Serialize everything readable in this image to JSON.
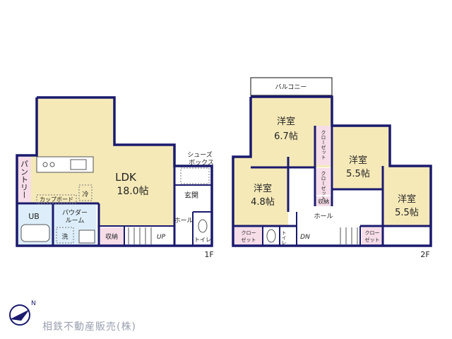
{
  "floor1": {
    "label": "1F",
    "rooms": {
      "ldk_name": "LDK",
      "ldk_size": "18.0帖",
      "pantry": "パントリー",
      "cupboard": "カップボード",
      "fridge": "冷",
      "shoe_box": "シューズ\nボックス",
      "entrance": "玄関",
      "hall": "ホール",
      "toilet": "トイレ",
      "ub": "UB",
      "powder_room": "パウダー\nルーム",
      "washer": "洗",
      "storage": "収納",
      "stairs": "UP"
    }
  },
  "floor2": {
    "label": "2F",
    "rooms": {
      "balcony": "バルコニー",
      "room_a_name": "洋室",
      "room_a_size": "6.7帖",
      "room_b_name": "洋室",
      "room_b_size": "5.5帖",
      "room_c_name": "洋室",
      "room_c_size": "4.8帖",
      "room_d_name": "洋室",
      "room_d_size": "5.5帖",
      "closet": "クロー\nゼット",
      "closet_v1": "クローゼット",
      "closet_v2": "クローゼット",
      "storage": "収納",
      "hall": "ホール",
      "toilet": "トイレ",
      "stairs": "DN"
    }
  },
  "footer": {
    "company": "相鉄不動産販売(株)"
  },
  "colors": {
    "wall": "#1a1a6e",
    "ldk_floor": "#f5e9b8",
    "room_floor": "#f5e9b8",
    "wet_floor": "#ddeefa",
    "storage_floor": "#f6dde8",
    "white_floor": "#ffffff"
  }
}
